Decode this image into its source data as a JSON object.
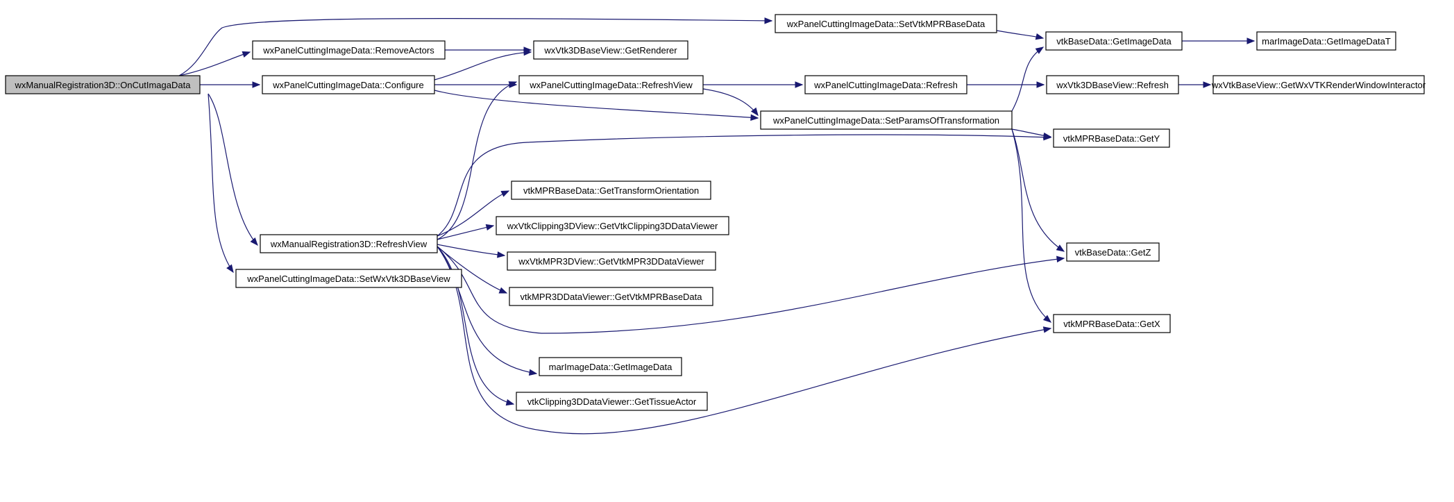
{
  "graph": {
    "nodes": [
      {
        "id": "n0",
        "label": "wxManualRegistration3D::OnCutImagaData",
        "root": true
      },
      {
        "id": "n1",
        "label": "wxPanelCuttingImageData::RemoveActors"
      },
      {
        "id": "n2",
        "label": "wxPanelCuttingImageData::Configure"
      },
      {
        "id": "n3",
        "label": "wxManualRegistration3D::RefreshView"
      },
      {
        "id": "n4",
        "label": "wxPanelCuttingImageData::SetWxVtk3DBaseView"
      },
      {
        "id": "n5",
        "label": "wxVtk3DBaseView::GetRenderer"
      },
      {
        "id": "n6",
        "label": "wxPanelCuttingImageData::RefreshView"
      },
      {
        "id": "n7",
        "label": "vtkMPRBaseData::GetTransformOrientation"
      },
      {
        "id": "n8",
        "label": "wxVtkClipping3DView::GetVtkClipping3DDataViewer"
      },
      {
        "id": "n9",
        "label": "wxVtkMPR3DView::GetVtkMPR3DDataViewer"
      },
      {
        "id": "n10",
        "label": "vtkMPR3DDataViewer::GetVtkMPRBaseData"
      },
      {
        "id": "n11",
        "label": "marImageData::GetImageData"
      },
      {
        "id": "n12",
        "label": "vtkClipping3DDataViewer::GetTissueActor"
      },
      {
        "id": "n13",
        "label": "wxPanelCuttingImageData::SetVtkMPRBaseData"
      },
      {
        "id": "n14",
        "label": "wxPanelCuttingImageData::Refresh"
      },
      {
        "id": "n15",
        "label": "wxPanelCuttingImageData::SetParamsOfTransformation"
      },
      {
        "id": "n16",
        "label": "vtkBaseData::GetImageData"
      },
      {
        "id": "n17",
        "label": "wxVtk3DBaseView::Refresh"
      },
      {
        "id": "n18",
        "label": "vtkMPRBaseData::GetY"
      },
      {
        "id": "n19",
        "label": "vtkBaseData::GetZ"
      },
      {
        "id": "n20",
        "label": "vtkMPRBaseData::GetX"
      },
      {
        "id": "n21",
        "label": "marImageData::GetImageDataT"
      },
      {
        "id": "n22",
        "label": "wxVtkBaseView::GetWxVTKRenderWindowInteractor"
      }
    ],
    "edges": [
      {
        "from": "n0",
        "to": "n13"
      },
      {
        "from": "n0",
        "to": "n1"
      },
      {
        "from": "n0",
        "to": "n2"
      },
      {
        "from": "n0",
        "to": "n3"
      },
      {
        "from": "n0",
        "to": "n4"
      },
      {
        "from": "n1",
        "to": "n5"
      },
      {
        "from": "n2",
        "to": "n5"
      },
      {
        "from": "n2",
        "to": "n6"
      },
      {
        "from": "n2",
        "to": "n15"
      },
      {
        "from": "n13",
        "to": "n16"
      },
      {
        "from": "n6",
        "to": "n14"
      },
      {
        "from": "n6",
        "to": "n15"
      },
      {
        "from": "n14",
        "to": "n17"
      },
      {
        "from": "n17",
        "to": "n22"
      },
      {
        "from": "n16",
        "to": "n21"
      },
      {
        "from": "n15",
        "to": "n16"
      },
      {
        "from": "n15",
        "to": "n18"
      },
      {
        "from": "n15",
        "to": "n19"
      },
      {
        "from": "n15",
        "to": "n20"
      },
      {
        "from": "n3",
        "to": "n6"
      },
      {
        "from": "n3",
        "to": "n18"
      },
      {
        "from": "n3",
        "to": "n7"
      },
      {
        "from": "n3",
        "to": "n8"
      },
      {
        "from": "n3",
        "to": "n9"
      },
      {
        "from": "n3",
        "to": "n10"
      },
      {
        "from": "n3",
        "to": "n19"
      },
      {
        "from": "n3",
        "to": "n11"
      },
      {
        "from": "n3",
        "to": "n12"
      },
      {
        "from": "n3",
        "to": "n20"
      }
    ]
  }
}
